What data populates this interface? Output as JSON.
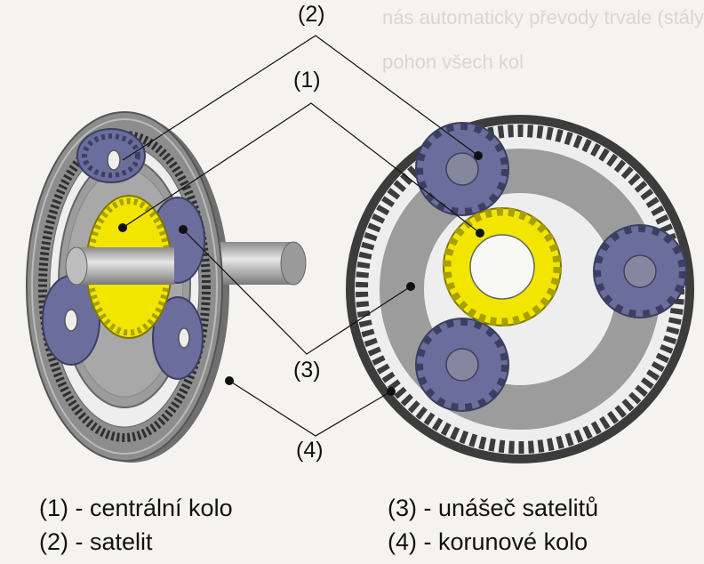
{
  "callouts": {
    "c1": "(1)",
    "c2": "(2)",
    "c3": "(3)",
    "c4": "(4)"
  },
  "legend": {
    "item1": "(1) - centrální kolo",
    "item2": "(2) - satelit",
    "item3": "(3) - unášeč satelitů",
    "item4": "(4) - korunové kolo"
  },
  "background_text": {
    "line1": "nás automaticky převody trvale (stály)",
    "line2": "pohon všech kol"
  },
  "colors": {
    "sun_gear": "#f2e600",
    "planet_gear": "#6b6e9c",
    "carrier": "#9a9a9a",
    "ring_gear": "#4a4a4a"
  }
}
